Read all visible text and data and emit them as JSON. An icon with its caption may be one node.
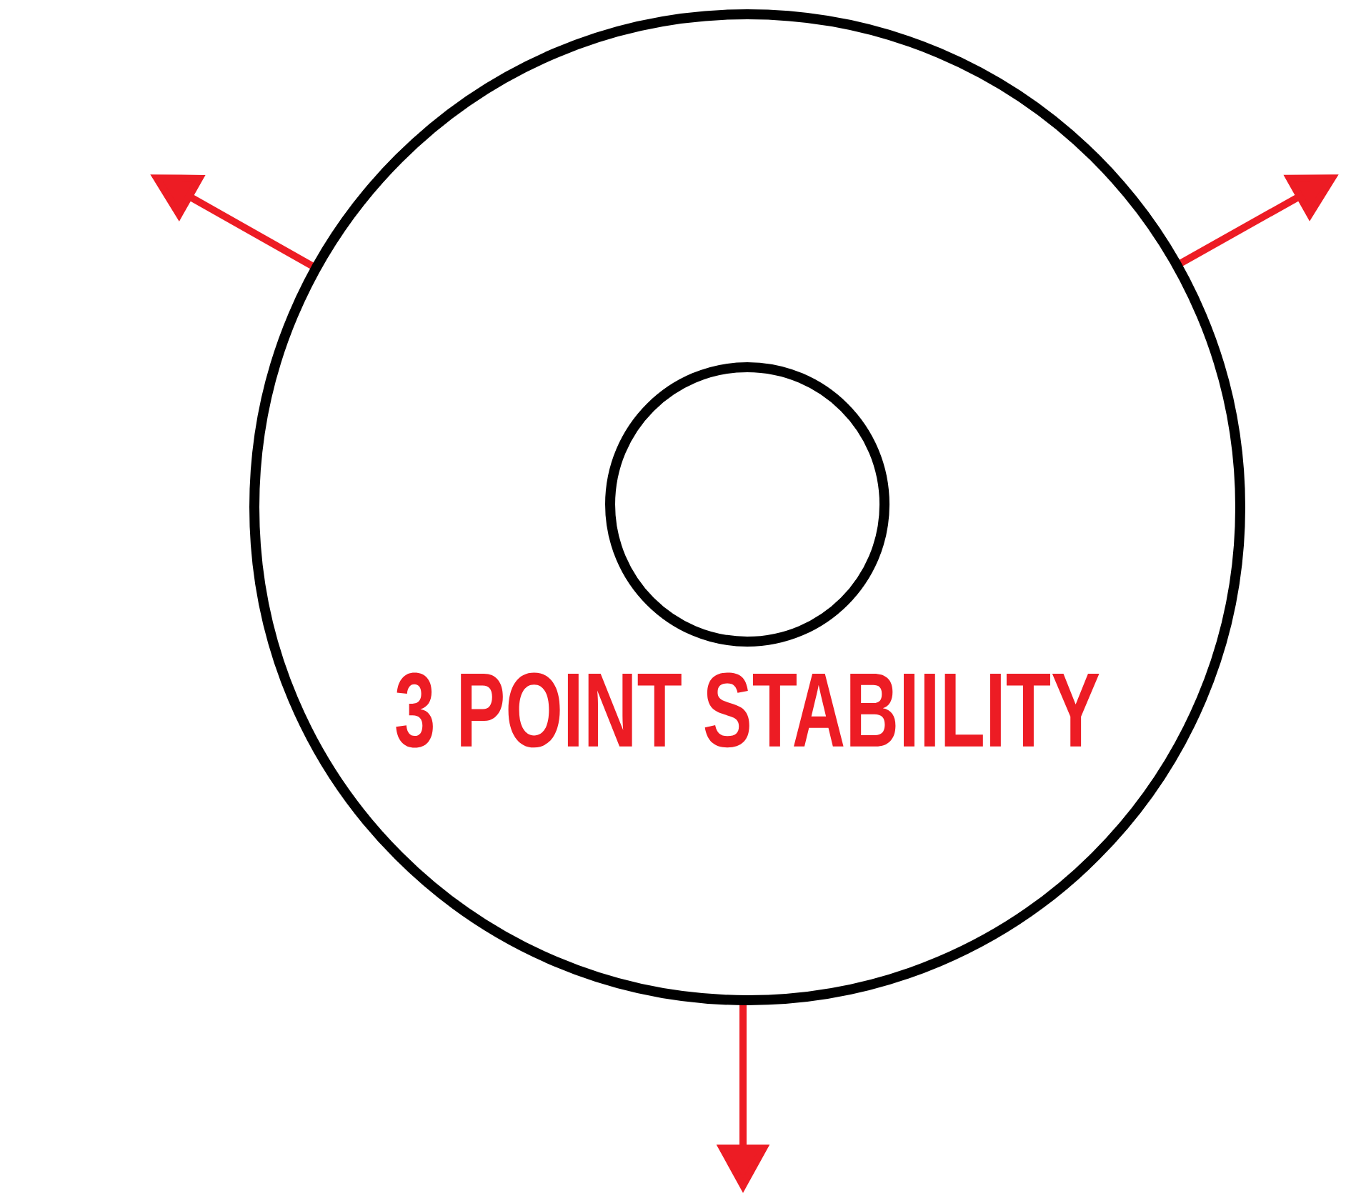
{
  "diagram": {
    "nodes": [
      {
        "text": [
          "3 POINT STABIILITY"
        ]
      },
      {
        "text": [],
        "shape": "circle",
        "in": 0
      }
    ]
  }
}
